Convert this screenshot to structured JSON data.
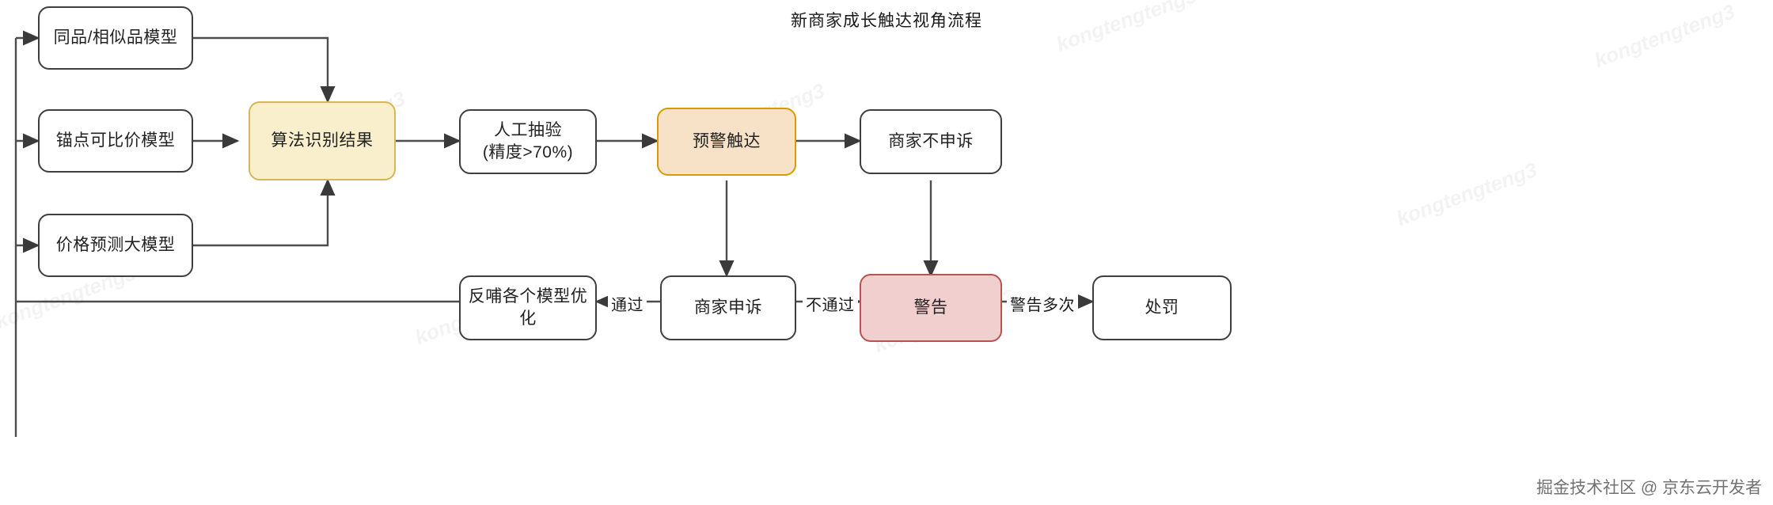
{
  "title": "新商家成长触达视角流程",
  "watermark": {
    "brand": "掘金技术社区 @ 京东云开发者",
    "tile_text": "kongtengteng3"
  },
  "colors": {
    "node_border": "#3f3f3f",
    "node_fill": "#ffffff",
    "yellow_fill": "#faefcd",
    "yellow_border": "#d6b656",
    "orange_fill": "#f7e2c8",
    "orange_border": "#d79b00",
    "red_fill": "#f2cfcf",
    "red_border": "#b85450",
    "edge": "#4d4d4d",
    "text": "#222222"
  },
  "nodes": [
    {
      "id": "same-product-model",
      "label": "同品/相似品模型",
      "style": "plain"
    },
    {
      "id": "anchor-price-model",
      "label": "锚点可比价模型",
      "style": "plain"
    },
    {
      "id": "price-forecast-model",
      "label": "价格预测大模型",
      "style": "plain"
    },
    {
      "id": "algo-result",
      "label": "算法识别结果",
      "style": "yellow"
    },
    {
      "id": "manual-sampling",
      "label": "人工抽验\n(精度>70%)",
      "style": "plain"
    },
    {
      "id": "warning-reach",
      "label": "预警触达",
      "style": "orange"
    },
    {
      "id": "merchant-no-appeal",
      "label": "商家不申诉",
      "style": "plain"
    },
    {
      "id": "feedback-optimize",
      "label": "反哺各个模型优化",
      "style": "plain"
    },
    {
      "id": "merchant-appeal",
      "label": "商家申诉",
      "style": "plain"
    },
    {
      "id": "warning",
      "label": "警告",
      "style": "red"
    },
    {
      "id": "penalty",
      "label": "处罚",
      "style": "plain"
    }
  ],
  "edge_labels": [
    {
      "id": "pass",
      "text": "通过"
    },
    {
      "id": "fail",
      "text": "不通过"
    },
    {
      "id": "repeated-warning",
      "text": "警告多次"
    }
  ]
}
